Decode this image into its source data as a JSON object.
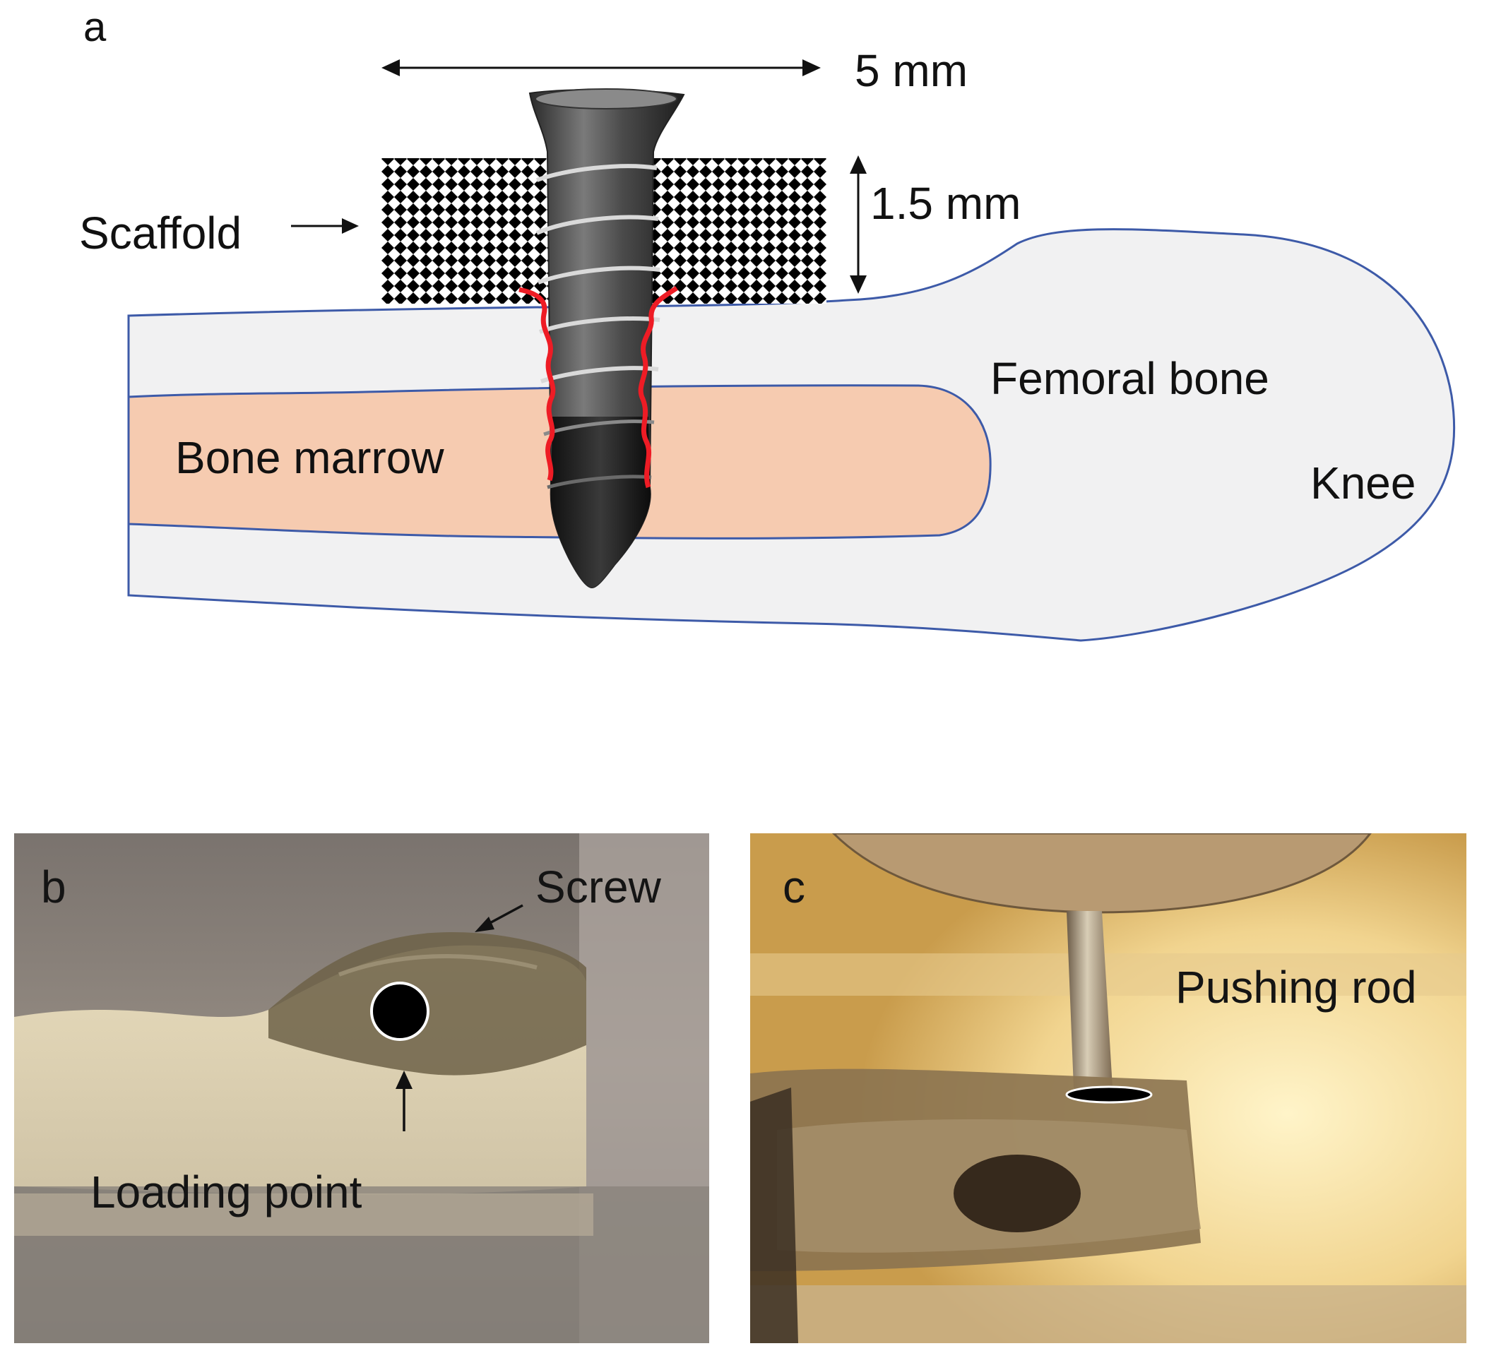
{
  "panel_a": {
    "letter": "a",
    "width_dimension": "5 mm",
    "height_dimension": "1.5 mm",
    "labels": {
      "scaffold": "Scaffold",
      "femoral_bone": "Femoral bone",
      "bone_marrow": "Bone marrow",
      "knee": "Knee"
    }
  },
  "panel_b": {
    "letter": "b",
    "labels": {
      "screw": "Screw",
      "loading_point": "Loading point"
    }
  },
  "panel_c": {
    "letter": "c",
    "labels": {
      "pushing_rod": "Pushing rod"
    }
  },
  "colors": {
    "bone_fill": "#f1f1f2",
    "bone_outline": "#3d5aa8",
    "marrow_fill": "#f6cbb0",
    "interface_line": "#ee1c25",
    "text": "#111111"
  }
}
